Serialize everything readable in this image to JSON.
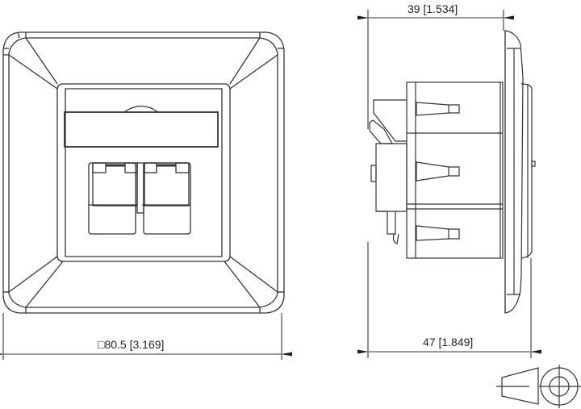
{
  "drawing": {
    "subject": "RJ45 dual-port wall outlet technical drawing",
    "stroke_color": "#2a2a2a",
    "background": "#ffffff"
  },
  "views": {
    "front": {
      "label": "front-view"
    },
    "side": {
      "label": "side-view"
    },
    "projection_symbol": {
      "label": "first-angle-projection-symbol"
    }
  },
  "dimensions": {
    "top_depth": {
      "mm": "39",
      "inch": "[1.534]",
      "text": "39 [1.534]"
    },
    "width": {
      "mm": "□80.5",
      "inch": "[3.169]",
      "text": "□80.5 [3.169]"
    },
    "total_depth": {
      "mm": "47",
      "inch": "[1.849]",
      "text": "47 [1.849]"
    }
  }
}
